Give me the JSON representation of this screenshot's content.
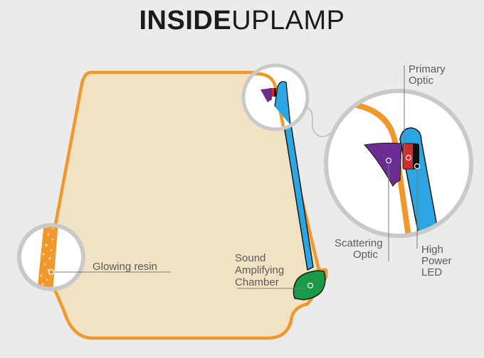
{
  "title": {
    "bold": "INSIDE",
    "light": "UPLAMP"
  },
  "labels": {
    "glowing_resin": "Glowing resin",
    "sound_1": "Sound",
    "sound_2": "Amplifying",
    "sound_3": "Chamber",
    "primary_1": "Primary",
    "primary_2": "Optic",
    "scattering_1": "Scattering",
    "scattering_2": "Optic",
    "led_1": "High",
    "led_2": "Power",
    "led_3": "LED"
  },
  "colors": {
    "background": "#ebebeb",
    "lamp_fill": "#f2e2c4",
    "lamp_outline": "#f0982b",
    "led_strip": "#2ba6e3",
    "chamber": "#1a9a48",
    "scattering_optic": "#6a2d91",
    "primary_optic": "#d62b2b",
    "led": "#111111",
    "zoom_circle": "#c9c9c9",
    "label": "#5a5a5a"
  }
}
